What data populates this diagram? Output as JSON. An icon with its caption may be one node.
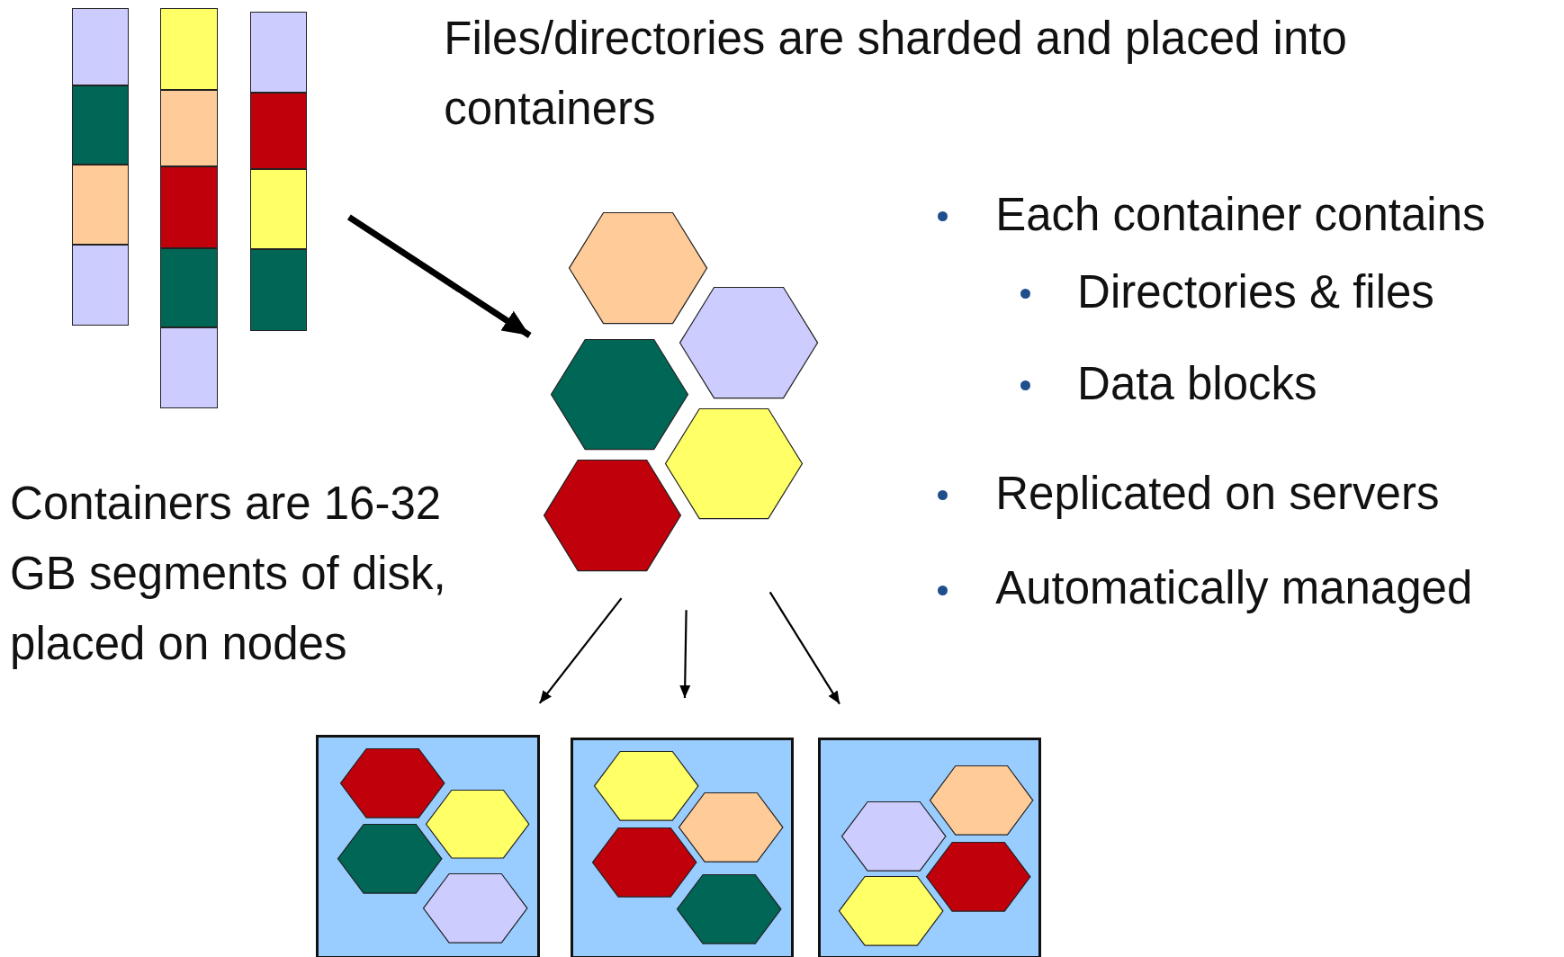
{
  "diagram": {
    "title": "Files/directories are sharded and placed into containers",
    "nodes": [
      {
        "text": [],
        "shape": "bar"
      },
      {
        "text": [],
        "shape": "bar"
      },
      {
        "text": [],
        "shape": "bar"
      },
      {
        "text": [],
        "shape": "hexagon"
      },
      {
        "text": [],
        "shape": "hexagon"
      },
      {
        "text": [],
        "shape": "hexagon"
      },
      {
        "text": [],
        "shape": "hexagon"
      },
      {
        "text": [],
        "shape": "hexagon"
      },
      {
        "text": [],
        "shape": "box"
      },
      {
        "text": [],
        "shape": "box"
      },
      {
        "text": [],
        "shape": "box"
      },
      {
        "text": [],
        "shape": "hexagon",
        "in": 8
      },
      {
        "text": [],
        "shape": "hexagon",
        "in": 8
      },
      {
        "text": [],
        "shape": "hexagon",
        "in": 8
      },
      {
        "text": [],
        "shape": "hexagon",
        "in": 8
      },
      {
        "text": [],
        "shape": "hexagon",
        "in": 9
      },
      {
        "text": [],
        "shape": "hexagon",
        "in": 9
      },
      {
        "text": [],
        "shape": "hexagon",
        "in": 9
      },
      {
        "text": [],
        "shape": "hexagon",
        "in": 9
      },
      {
        "text": [],
        "shape": "hexagon",
        "in": 10
      },
      {
        "text": [],
        "shape": "hexagon",
        "in": 10
      },
      {
        "text": [],
        "shape": "hexagon",
        "in": 10
      },
      {
        "text": [],
        "shape": "hexagon",
        "in": 10
      }
    ],
    "edges": [
      {
        "from": 2,
        "to": 5,
        "arrow": "to",
        "style": "thick"
      },
      {
        "from": null,
        "to": 8,
        "arrow": "to"
      },
      {
        "from": null,
        "to": 9,
        "arrow": "to"
      },
      {
        "from": null,
        "to": 10,
        "arrow": "to"
      }
    ],
    "labels": [
      "Each container contains",
      "Directories & files",
      "Data blocks",
      "Replicated on servers",
      "Automatically managed",
      "Containers are 16-32 GB segments of disk, placed on nodes"
    ]
  }
}
